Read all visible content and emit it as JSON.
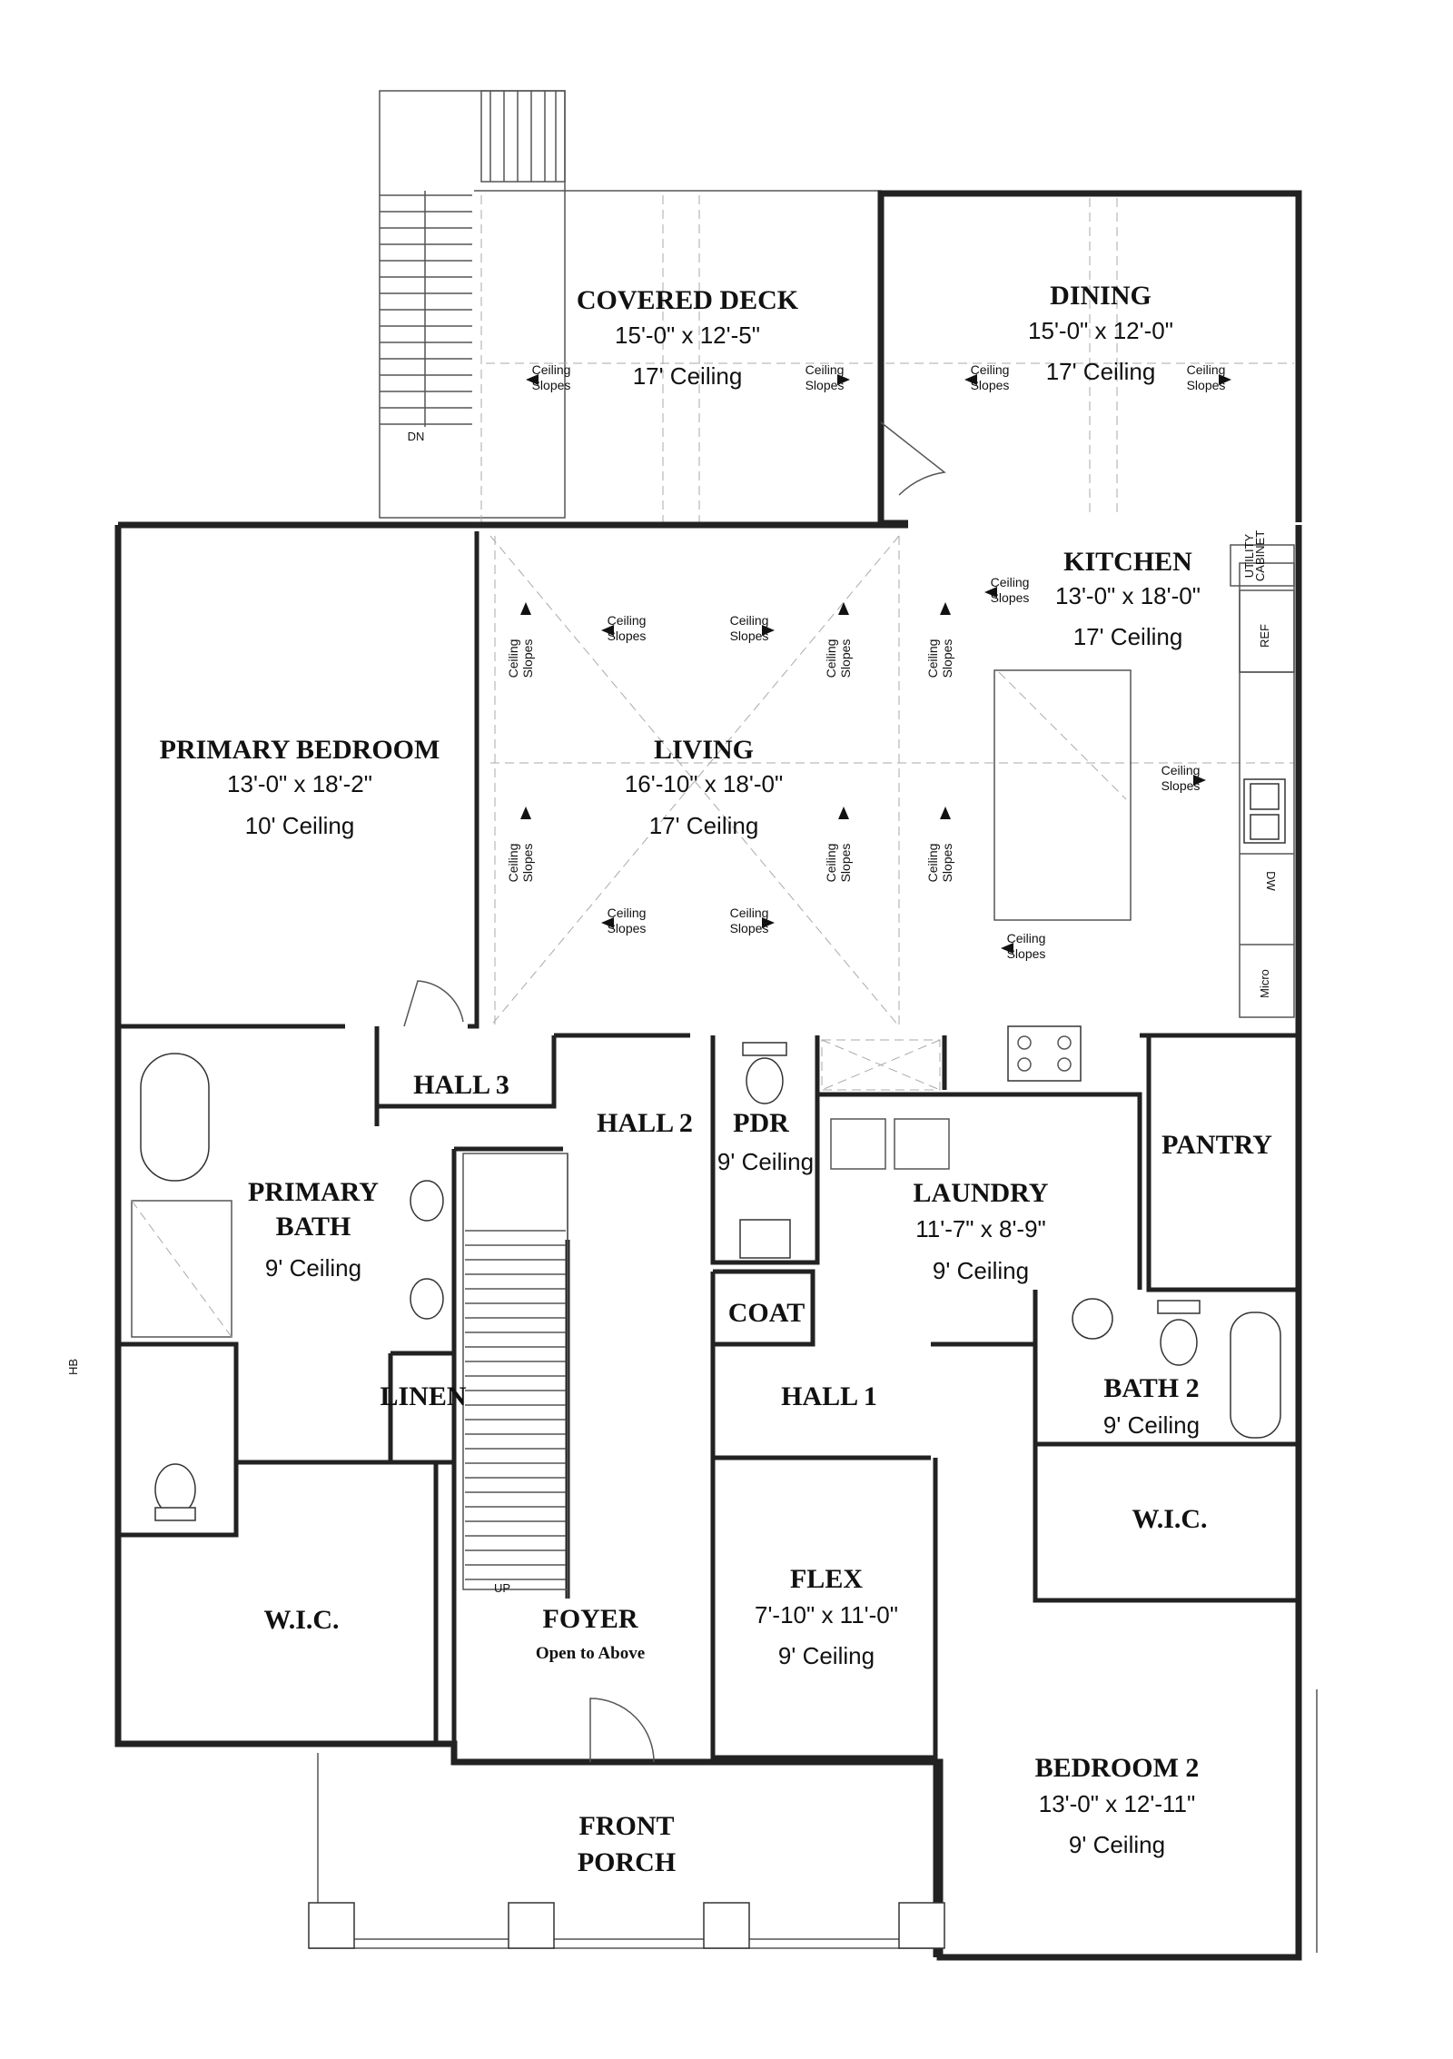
{
  "rooms": {
    "covered_deck": {
      "name": "COVERED DECK",
      "dims": "15'-0\" x 12'-5\"",
      "ceiling": "17' Ceiling"
    },
    "dining": {
      "name": "DINING",
      "dims": "15'-0\" x 12'-0\"",
      "ceiling": "17' Ceiling"
    },
    "kitchen": {
      "name": "KITCHEN",
      "dims": "13'-0\" x 18'-0\"",
      "ceiling": "17' Ceiling"
    },
    "living": {
      "name": "LIVING",
      "dims": "16'-10\" x 18'-0\"",
      "ceiling": "17' Ceiling"
    },
    "primary_bedroom": {
      "name": "PRIMARY BEDROOM",
      "dims": "13'-0\" x 18'-2\"",
      "ceiling": "10' Ceiling"
    },
    "hall3": {
      "name": "HALL 3"
    },
    "hall2": {
      "name": "HALL 2"
    },
    "pdr": {
      "name": "PDR",
      "ceiling": "9' Ceiling"
    },
    "pantry": {
      "name": "PANTRY"
    },
    "primary_bath": {
      "name1": "PRIMARY",
      "name2": "BATH",
      "ceiling": "9' Ceiling"
    },
    "laundry": {
      "name": "LAUNDRY",
      "dims": "11'-7\" x 8'-9\"",
      "ceiling": "9' Ceiling"
    },
    "coat": {
      "name": "COAT"
    },
    "linen": {
      "name": "LINEN"
    },
    "hall1": {
      "name": "HALL 1"
    },
    "bath2": {
      "name": "BATH 2",
      "ceiling": "9' Ceiling"
    },
    "wic_bed2": {
      "name": "W.I.C."
    },
    "wic_primary": {
      "name": "W.I.C."
    },
    "foyer": {
      "name": "FOYER",
      "note": "Open to Above"
    },
    "flex": {
      "name": "FLEX",
      "dims": "7'-10\" x 11'-0\"",
      "ceiling": "9' Ceiling"
    },
    "bedroom2": {
      "name": "BEDROOM 2",
      "dims": "13'-0\" x 12'-11\"",
      "ceiling": "9' Ceiling"
    },
    "front_porch": {
      "name1": "FRONT",
      "name2": "PORCH"
    }
  },
  "annotations": {
    "ceiling": "Ceiling",
    "slopes": "Slopes",
    "stair_down": "DN",
    "stair_up": "UP",
    "ref": "REF",
    "dw": "DW",
    "micro": "Micro",
    "utility1": "UTILITY",
    "utility2": "CABINET",
    "hb": "HB"
  }
}
